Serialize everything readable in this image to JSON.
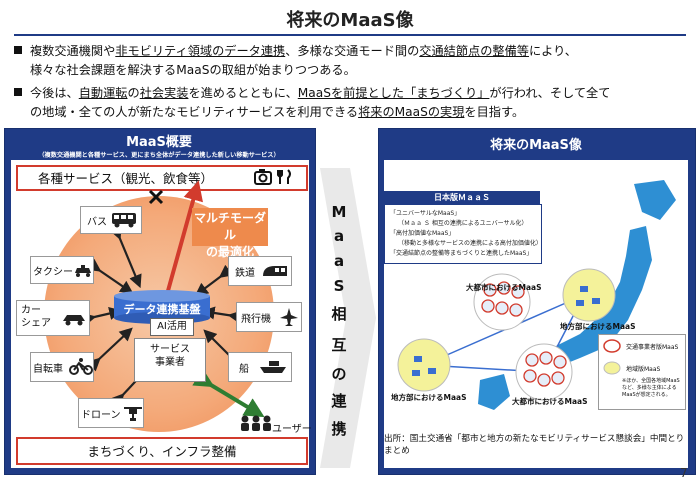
{
  "page": {
    "title": "将来のMaaS像",
    "page_number": "7"
  },
  "bullets": [
    {
      "line1": [
        "複数交通機関や",
        "非モビリティ領域のデータ連携",
        "、多様な交通モード間の",
        "交通結節点の整備等",
        "により、"
      ],
      "line2": "様々な社会課題を解決するMaaSの取組が始まりつつある。"
    },
    {
      "line1": [
        "今後は、",
        "自動運転",
        "の",
        "社会実装",
        "を進めるとともに、",
        "MaaSを前提とした「まちづくり」",
        "が行われ、そして全て"
      ],
      "line2": [
        "の地域・全ての人が新たなモビリティサービスを利用できる",
        "将来のMaaSの実現",
        "を目指す。"
      ]
    }
  ],
  "left_panel": {
    "title": "MaaS概要",
    "subtitle": "（複数交通機関と各種サービス、更にまち全体がデータ連携した新しい移動サービス）",
    "services": "各種サービス（観光、飲食等）",
    "infra": "まちづくり、インフラ整備",
    "multimodal": [
      "マルチモーダル",
      "の最適化"
    ],
    "data_platform": "データ連携基盤",
    "ai": "AI活用",
    "service_provider": [
      "サービス",
      "事業者"
    ],
    "user": "ユーザー",
    "modes": {
      "bus": "バス",
      "taxi": "タクシー",
      "carshare": [
        "カー",
        "シェア"
      ],
      "bicycle": "自転車",
      "drone": "ドローン",
      "rail": "鉄道",
      "airplane": "飛行機",
      "ship": "船"
    }
  },
  "middle_label": [
    "M",
    "a",
    "a",
    "S",
    "相",
    "互",
    "の",
    "連",
    "携"
  ],
  "right_panel": {
    "title": "将来のMaaS像",
    "jp_header": "日本版ＭａａＳ",
    "jp_items": [
      "「ユニバーサルなMaaS」",
      "（Ｍａａ Ｓ 相互の連携によるユニバーサル化）",
      "「高付加価値なMaaS」",
      "（移動と多様なサービスの連携による高付加価値化）",
      "「交通結節点の整備等まちづくりと連携したMaaS」"
    ],
    "map_labels": {
      "metro_top": "大都市におけるMaaS",
      "regional_top": "地方部におけるMaaS",
      "regional_bottom": "地方部におけるMaaS",
      "metro_bottom": "大都市におけるMaaS"
    },
    "legend": {
      "metro": "交通事業者版MaaS",
      "regional": "地域版MaaS",
      "note": "※ほか、全国各地域MaaSなど、多様な主体によるMaaSが想定される。"
    },
    "source": "出所：国土交通省「都市と地方の新たなモビリティサービス懇談会」中間とりまとめ"
  },
  "colors": {
    "navy": "#1f3b86",
    "orange": "#ee8a4c",
    "red": "#d23b2d",
    "green": "#2e7d32",
    "blue": "#3a6ed0"
  }
}
